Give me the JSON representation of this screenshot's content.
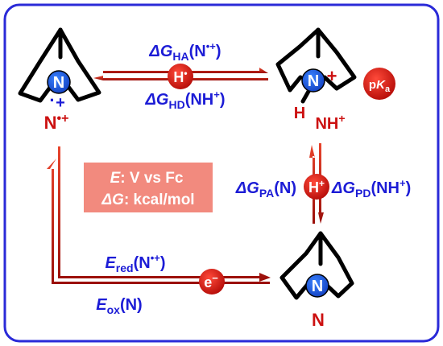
{
  "colors": {
    "frame": "#2a2ad8",
    "arrow_red": "#c0150f",
    "badge_red": "#d41010",
    "label_blue": "#1c1cd6",
    "label_red": "#cc1111",
    "nitrogen_blue": "#1a5fe8",
    "legend_box": "#f28a7e"
  },
  "species": {
    "radical_cation": {
      "label": "N•+",
      "n_symbol": "N",
      "charge": "+",
      "radical_dot": "·"
    },
    "protonated": {
      "label": "NH+",
      "n_symbol": "N",
      "charge": "+",
      "h_symbol": "H"
    },
    "neutral": {
      "label": "N",
      "n_symbol": "N"
    }
  },
  "arrows": {
    "hat_top": {
      "delta": "ΔG",
      "sub": "HA",
      "arg": "(N•+)"
    },
    "hat_bottom": {
      "delta": "ΔG",
      "sub": "HD",
      "arg": "(NH+)"
    },
    "pt_left": {
      "delta": "ΔG",
      "sub": "PA",
      "arg": "(N)"
    },
    "pt_right": {
      "delta": "ΔG",
      "sub": "PD",
      "arg": "(NH+)"
    },
    "et_top": {
      "var": "E",
      "sub": "red",
      "arg": "(N•+)"
    },
    "et_bottom": {
      "var": "E",
      "sub": "ox",
      "arg": "(N)"
    }
  },
  "badges": {
    "h_atom": "H•",
    "proton": "H+",
    "electron": "e−",
    "pka": "pKa"
  },
  "legend": {
    "line1_var": "E",
    "line1_rest": ": V vs Fc",
    "line2_var": "ΔG",
    "line2_rest": ": kcal/mol"
  }
}
